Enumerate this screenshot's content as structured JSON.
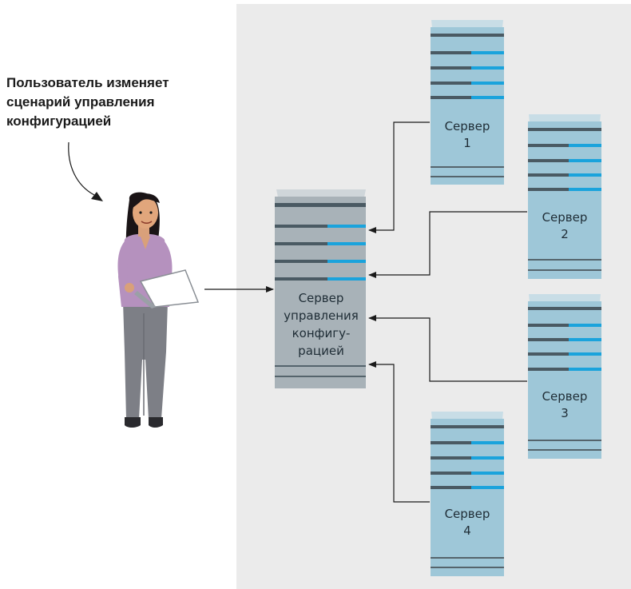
{
  "caption": {
    "line1": "Пользователь изменяет",
    "line2": "сценарий управления",
    "line3": "конфигурацией"
  },
  "config_server": {
    "line1": "Сервер",
    "line2": "управления",
    "line3": "конфигу-",
    "line4": "рацией"
  },
  "servers": [
    {
      "title": "Сервер",
      "number": "1"
    },
    {
      "title": "Сервер",
      "number": "2"
    },
    {
      "title": "Сервер",
      "number": "3"
    },
    {
      "title": "Сервер",
      "number": "4"
    }
  ],
  "colors": {
    "panel_bg": "#ebebeb",
    "server_body": "#9ec7d8",
    "server_top": "#c8dde6",
    "cms_body": "#a8b2b8",
    "cms_top": "#cfd6da",
    "bay_dark": "#4a5a63",
    "led_blue": "#1aa3dc",
    "arrow": "#1a1a1a"
  }
}
